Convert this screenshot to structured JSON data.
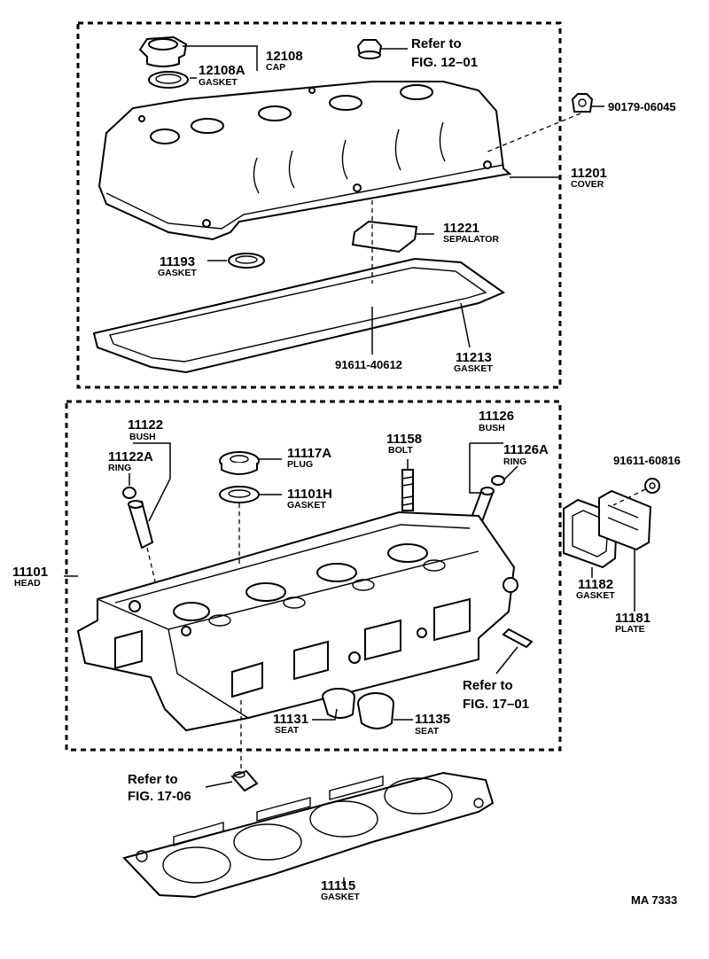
{
  "figure_id": "MA 7333",
  "upper_group": {
    "cap": {
      "number": "12108",
      "name": "CAP"
    },
    "cap_gasket": {
      "number": "12108A",
      "name": "GASKET"
    },
    "oil_cap_ref": {
      "line1": "Refer to",
      "line2": "FIG. 12–01"
    },
    "cover_nut": {
      "number": "90179-06045"
    },
    "cover": {
      "number": "11201",
      "name": "COVER"
    },
    "separator": {
      "number": "11221",
      "name": "SEPALATOR"
    },
    "plug_gasket": {
      "number": "11193",
      "name": "GASKET"
    },
    "cover_gasket": {
      "number": "11213",
      "name": "GASKET"
    },
    "screw": {
      "number": "91611-40612"
    }
  },
  "lower_group": {
    "bush_left": {
      "number": "11122",
      "name": "BUSH"
    },
    "ring_left": {
      "number": "11122A",
      "name": "RING"
    },
    "plug": {
      "number": "11117A",
      "name": "PLUG"
    },
    "plug_gasket": {
      "number": "11101H",
      "name": "GASKET"
    },
    "bolt": {
      "number": "11158",
      "name": "BOLT"
    },
    "bush_right": {
      "number": "11126",
      "name": "BUSH"
    },
    "ring_right": {
      "number": "11126A",
      "name": "RING"
    },
    "head": {
      "number": "11101",
      "name": "HEAD"
    },
    "plate_bolt": {
      "number": "91611-60816"
    },
    "plate_gasket": {
      "number": "11182",
      "name": "GASKET"
    },
    "plate": {
      "number": "11181",
      "name": "PLATE"
    },
    "stud_ref": {
      "line1": "Refer to",
      "line2": "FIG. 17–01"
    },
    "seat_left": {
      "number": "11131",
      "name": "SEAT"
    },
    "seat_right": {
      "number": "11135",
      "name": "SEAT"
    }
  },
  "bottom": {
    "plug_ref": {
      "line1": "Refer to",
      "line2": "FIG. 17-06"
    },
    "head_gasket": {
      "number": "11115",
      "name": "GASKET"
    }
  }
}
